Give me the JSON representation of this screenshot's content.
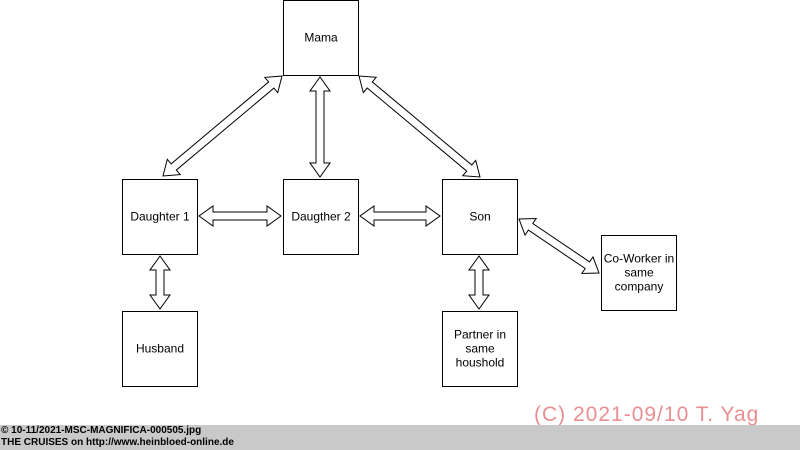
{
  "diagram": {
    "nodes": {
      "mama": {
        "lines": [
          "Mama"
        ]
      },
      "daughter1": {
        "lines": [
          "Daughter 1"
        ]
      },
      "daughter2": {
        "lines": [
          "Daugther 2"
        ]
      },
      "son": {
        "lines": [
          "Son"
        ]
      },
      "husband": {
        "lines": [
          "Husband"
        ]
      },
      "partner": {
        "lines": [
          "Partner in",
          "same",
          "houshold"
        ]
      },
      "coworker": {
        "lines": [
          "Co-Worker in",
          "same",
          "company"
        ]
      }
    },
    "edges": [
      {
        "from": "mama",
        "to": "daughter1",
        "type": "bidirectional"
      },
      {
        "from": "mama",
        "to": "daughter2",
        "type": "bidirectional"
      },
      {
        "from": "mama",
        "to": "son",
        "type": "bidirectional"
      },
      {
        "from": "daughter1",
        "to": "daughter2",
        "type": "bidirectional"
      },
      {
        "from": "daughter2",
        "to": "son",
        "type": "bidirectional"
      },
      {
        "from": "daughter1",
        "to": "husband",
        "type": "bidirectional"
      },
      {
        "from": "son",
        "to": "partner",
        "type": "bidirectional"
      },
      {
        "from": "son",
        "to": "coworker",
        "type": "bidirectional"
      }
    ]
  },
  "watermark": "(C) 2021-09/10 T. Yag",
  "footer": {
    "line1": "© 10-11/2021-MSC-MAGNIFICA-000505.jpg",
    "line2": "THE CRUISES on http://www.heinbloed-online.de"
  },
  "colors": {
    "watermark": "#e98f91",
    "footer_background": "#c9c9c9",
    "box_stroke": "#000000",
    "arrow_fill": "#ffffff"
  }
}
